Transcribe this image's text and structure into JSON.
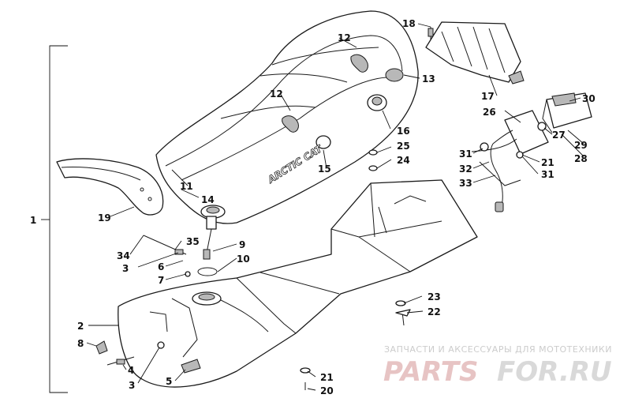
{
  "diagram": {
    "seat_brand": "ARCTIC CAT",
    "callouts": [
      {
        "id": "c1",
        "text": "1"
      },
      {
        "id": "c2",
        "text": "2"
      },
      {
        "id": "c3a",
        "text": "3"
      },
      {
        "id": "c3b",
        "text": "3"
      },
      {
        "id": "c4",
        "text": "4"
      },
      {
        "id": "c5",
        "text": "5"
      },
      {
        "id": "c6",
        "text": "6"
      },
      {
        "id": "c7",
        "text": "7"
      },
      {
        "id": "c8",
        "text": "8"
      },
      {
        "id": "c9",
        "text": "9"
      },
      {
        "id": "c10",
        "text": "10"
      },
      {
        "id": "c11",
        "text": "11"
      },
      {
        "id": "c12a",
        "text": "12"
      },
      {
        "id": "c12b",
        "text": "12"
      },
      {
        "id": "c13",
        "text": "13"
      },
      {
        "id": "c14",
        "text": "14"
      },
      {
        "id": "c15",
        "text": "15"
      },
      {
        "id": "c16",
        "text": "16"
      },
      {
        "id": "c17",
        "text": "17"
      },
      {
        "id": "c18",
        "text": "18"
      },
      {
        "id": "c19",
        "text": "19"
      },
      {
        "id": "c20",
        "text": "20"
      },
      {
        "id": "c21a",
        "text": "21"
      },
      {
        "id": "c21b",
        "text": "21"
      },
      {
        "id": "c22",
        "text": "22"
      },
      {
        "id": "c23",
        "text": "23"
      },
      {
        "id": "c24",
        "text": "24"
      },
      {
        "id": "c25",
        "text": "25"
      },
      {
        "id": "c26",
        "text": "26"
      },
      {
        "id": "c27",
        "text": "27"
      },
      {
        "id": "c28",
        "text": "28"
      },
      {
        "id": "c29",
        "text": "29"
      },
      {
        "id": "c30",
        "text": "30"
      },
      {
        "id": "c31a",
        "text": "31"
      },
      {
        "id": "c31b",
        "text": "31"
      },
      {
        "id": "c32",
        "text": "32"
      },
      {
        "id": "c33",
        "text": "33"
      },
      {
        "id": "c34",
        "text": "34"
      },
      {
        "id": "c35",
        "text": "35"
      }
    ]
  },
  "watermark": {
    "tagline": "ЗАПЧАСТИ И АКСЕССУАРЫ ДЛЯ МОТОТЕХНИКИ",
    "logo_red": "PARTS",
    "logo_grey": "FOR.RU"
  }
}
